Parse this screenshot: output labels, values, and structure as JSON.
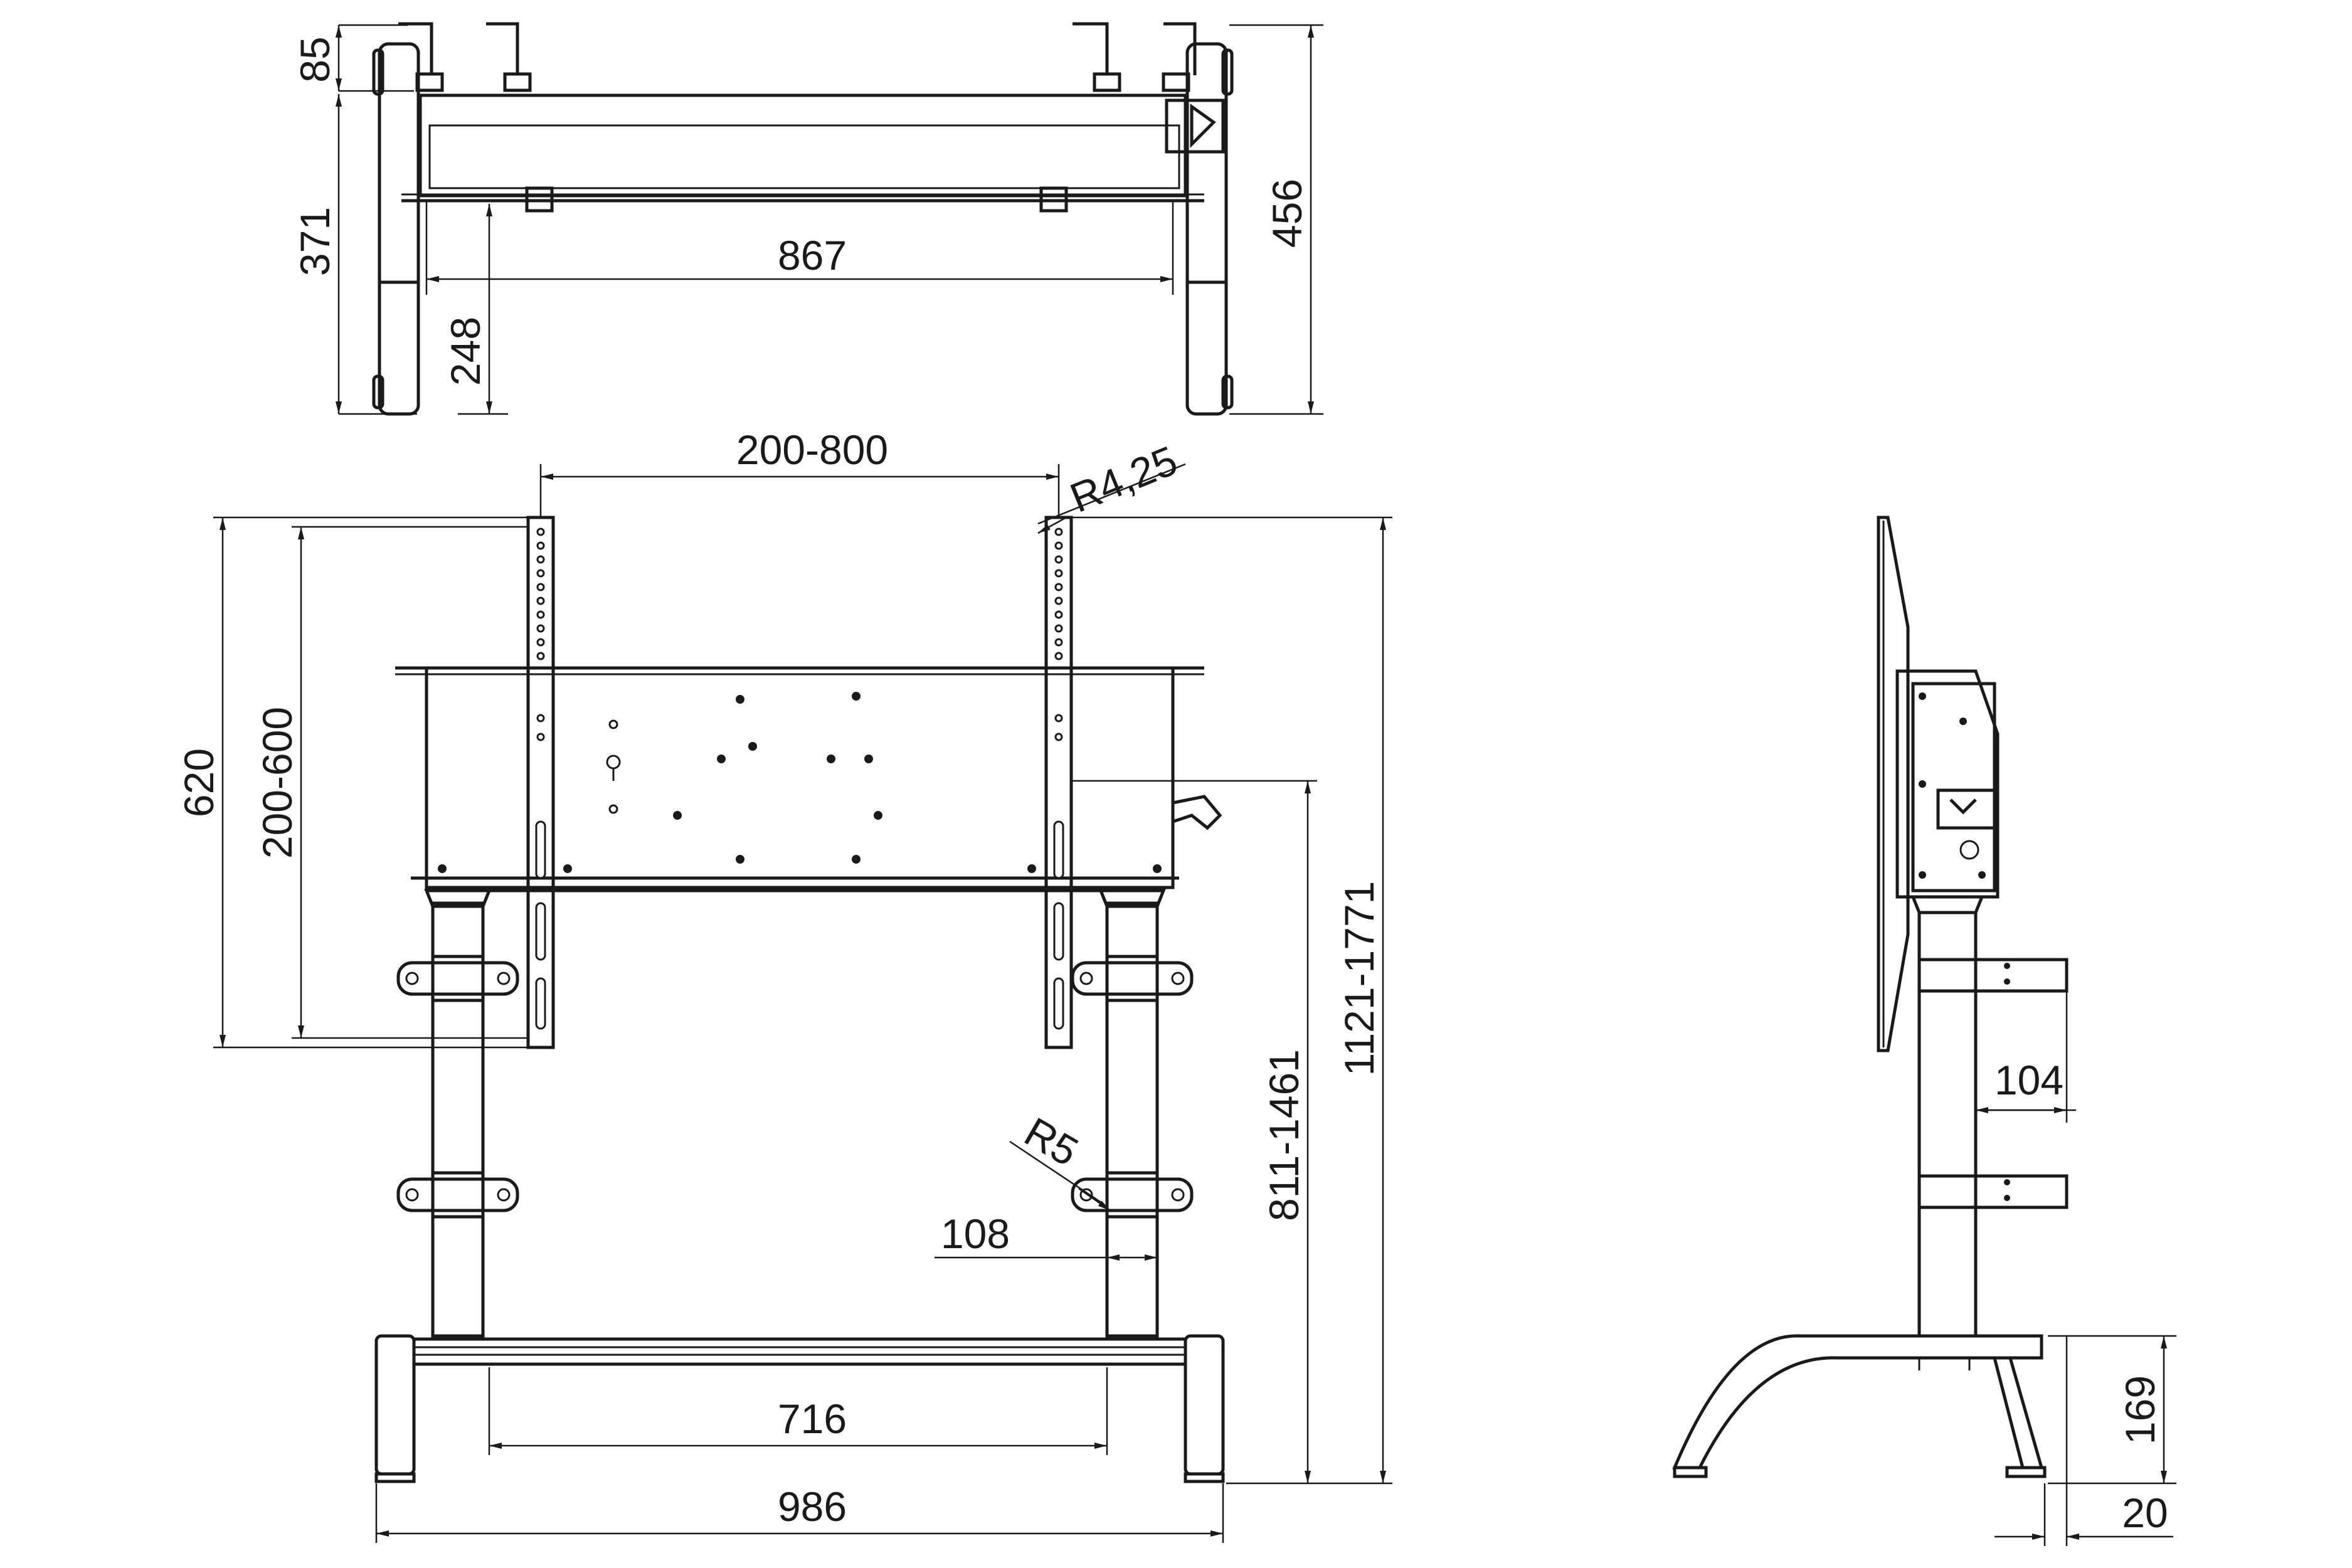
{
  "views": {
    "top": {
      "dimensions": {
        "d85": "85",
        "d371": "371",
        "d456": "456",
        "d867": "867",
        "d248": "248"
      }
    },
    "front": {
      "dimensions": {
        "d200_800": "200-800",
        "r4_25": "R4,25",
        "d620": "620",
        "d200_600": "200-600",
        "d811_1461": "811-1461",
        "d1121_1771": "1121-1771",
        "r5": "R5",
        "d108": "108",
        "d716": "716",
        "d986": "986"
      }
    },
    "side": {
      "dimensions": {
        "d104": "104",
        "d169": "169",
        "d20": "20"
      }
    }
  }
}
